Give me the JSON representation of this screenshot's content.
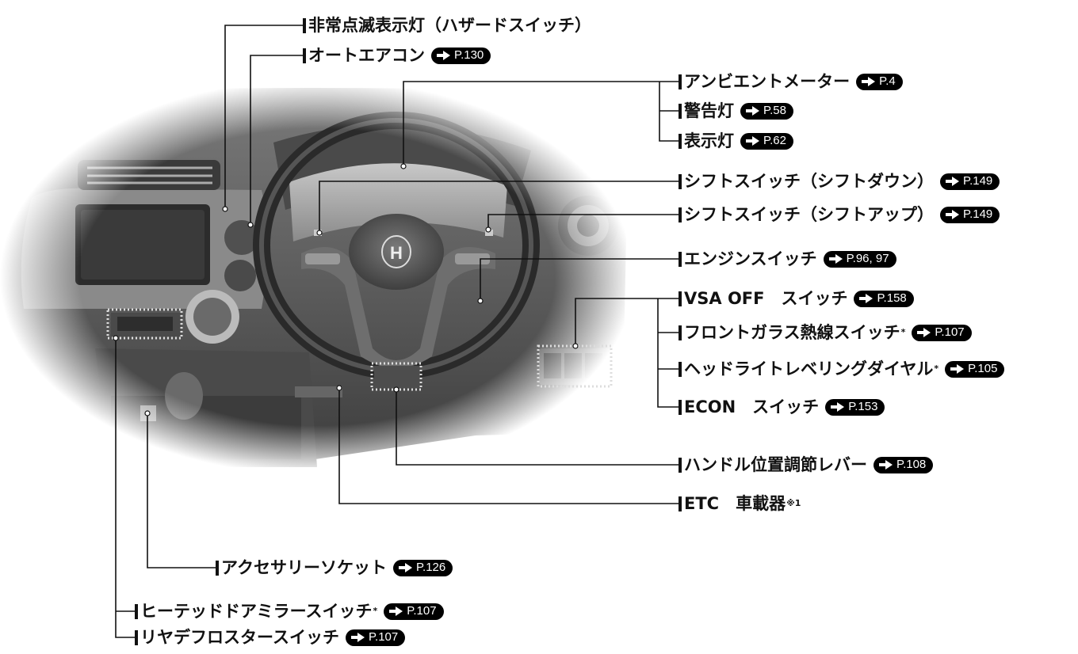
{
  "labels": [
    {
      "id": "hazard",
      "text": "非常点滅表示灯（ハザードスイッチ）",
      "star": "",
      "ref": ""
    },
    {
      "id": "aircon",
      "text": "オートエアコン",
      "star": "",
      "ref": "P.130"
    },
    {
      "id": "ambient",
      "text": "アンビエントメーター",
      "star": "",
      "ref": "P.4"
    },
    {
      "id": "warning",
      "text": "警告灯",
      "star": "",
      "ref": "P.58"
    },
    {
      "id": "indicator",
      "text": "表示灯",
      "star": "",
      "ref": "P.62"
    },
    {
      "id": "shiftdown",
      "text": "シフトスイッチ（シフトダウン）",
      "star": "",
      "ref": "P.149"
    },
    {
      "id": "shiftup",
      "text": "シフトスイッチ（シフトアップ）",
      "star": "",
      "ref": "P.149"
    },
    {
      "id": "engine",
      "text": "エンジンスイッチ",
      "star": "",
      "ref": "P.96, 97"
    },
    {
      "id": "vsa",
      "text": "VSA OFF　スイッチ",
      "star": "",
      "ref": "P.158"
    },
    {
      "id": "windshield",
      "text": "フロントガラス熱線スイッチ",
      "star": "*",
      "ref": "P.107"
    },
    {
      "id": "headlight",
      "text": "ヘッドライトレベリングダイヤル",
      "star": "*",
      "ref": "P.105"
    },
    {
      "id": "econ",
      "text": "ECON　スイッチ",
      "star": "",
      "ref": "P.153"
    },
    {
      "id": "tilt",
      "text": "ハンドル位置調節レバー",
      "star": "",
      "ref": "P.108"
    },
    {
      "id": "etc",
      "text": "ETC　車載器",
      "star": "※1",
      "ref": ""
    },
    {
      "id": "socket",
      "text": "アクセサリーソケット",
      "star": "",
      "ref": "P.126"
    },
    {
      "id": "mirror",
      "text": "ヒーテッドドアミラースイッチ",
      "star": "*",
      "ref": "P.107"
    },
    {
      "id": "rear",
      "text": "リヤデフロスタースイッチ",
      "star": "",
      "ref": "P.107"
    }
  ],
  "photo": {
    "logo_text": "H"
  }
}
